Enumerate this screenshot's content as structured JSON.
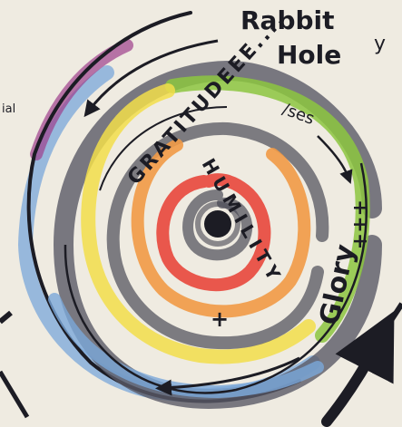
{
  "title_line1": "Rabbit",
  "title_line2": "Hole",
  "word_humility": "HUMILITY",
  "word_plus": "+",
  "word_gratitude": "GRATITUDEEE....",
  "word_yes": "/ses",
  "word_glory": "Glory",
  "word_pluses": "+++",
  "corner_glyph": "y",
  "edge_text": "ial",
  "colors": {
    "paper": "#efebe1",
    "ink": "#1c1c24",
    "red": "#e8473c",
    "orange": "#f19a46",
    "yellow": "#f2de4a",
    "green": "#8cc63f",
    "blue": "#7aa7d9",
    "purple": "#9e3f8c"
  }
}
